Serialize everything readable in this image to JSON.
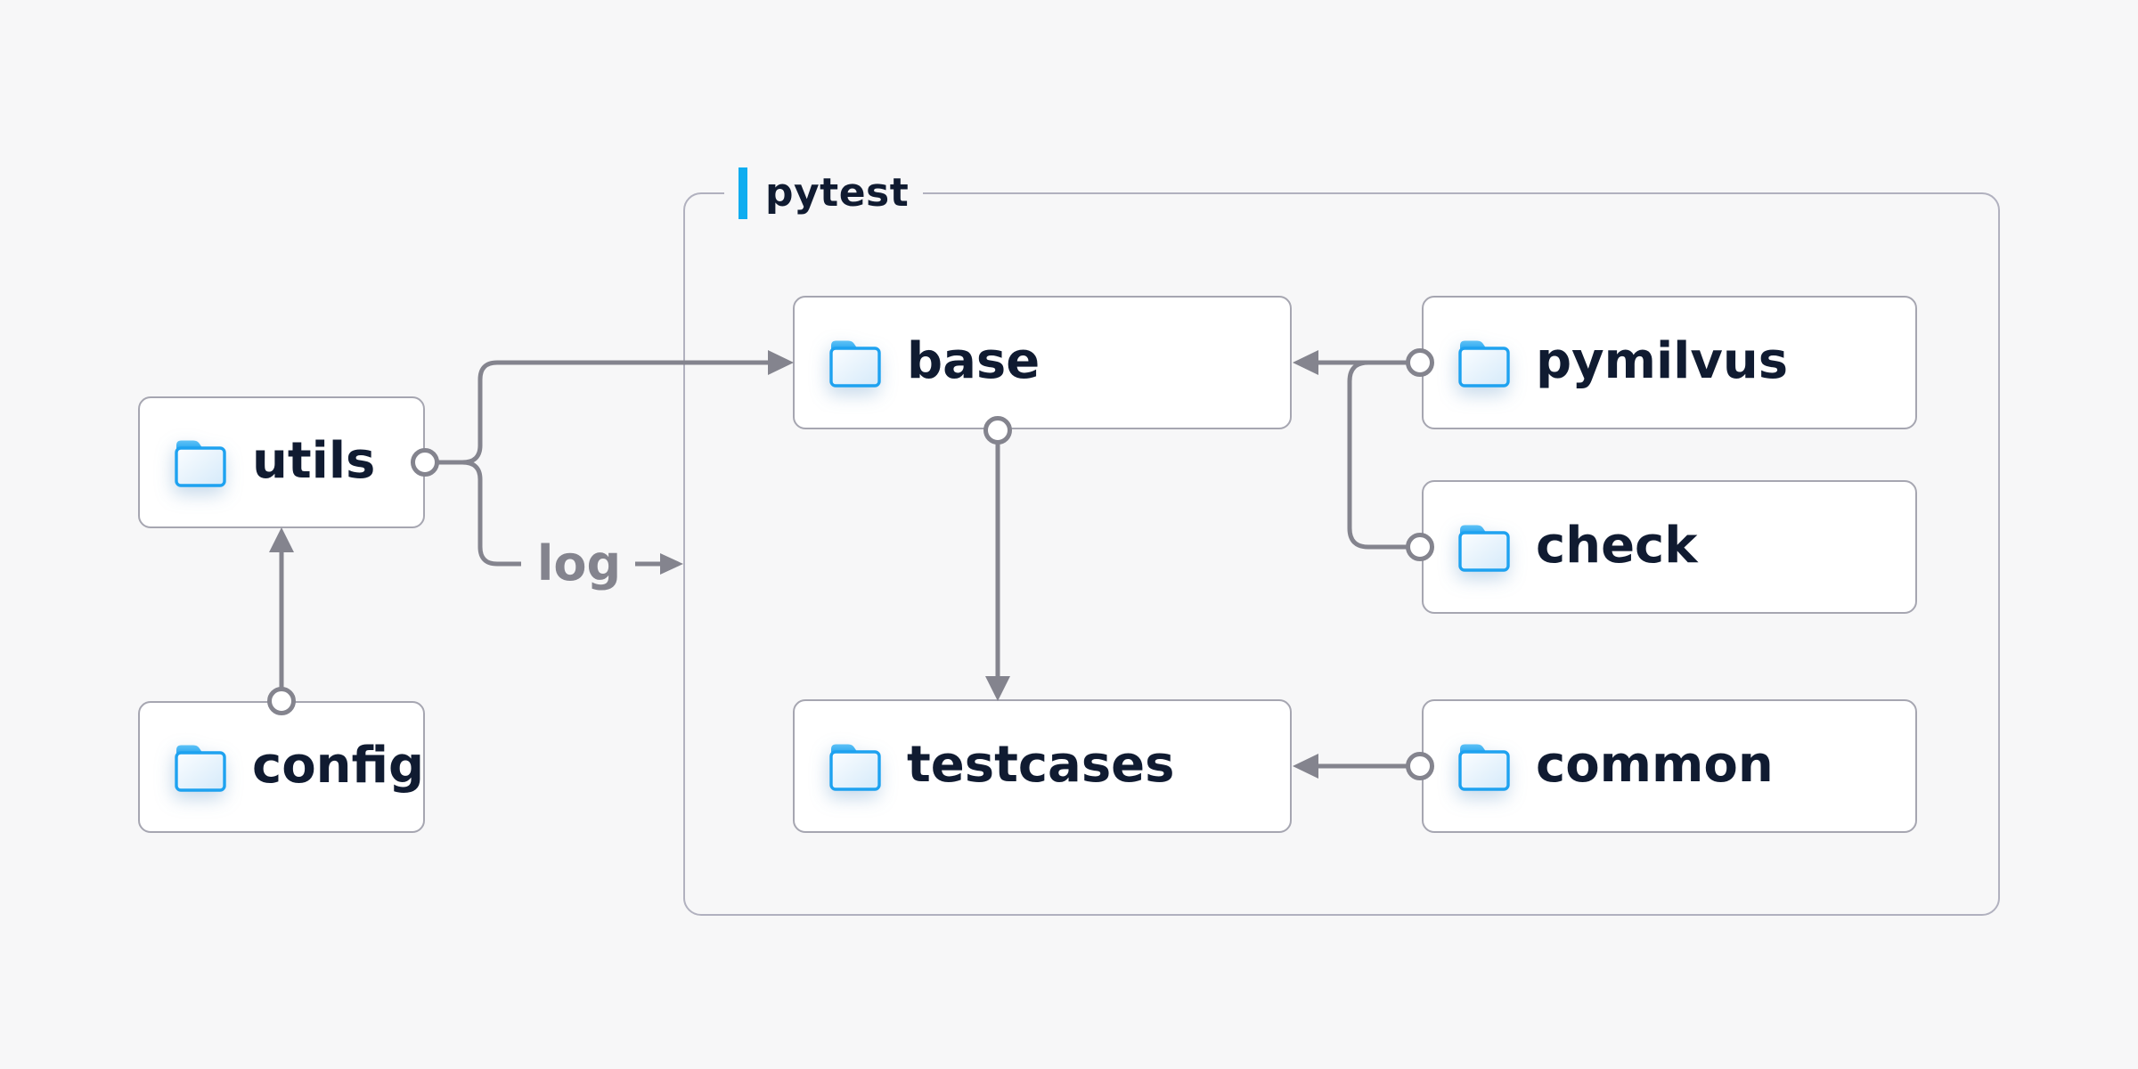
{
  "page": {
    "background": "#f7f7f8"
  },
  "diagram": {
    "container": {
      "label": "pytest",
      "accent_color": "#0fadf0"
    },
    "nodes": [
      {
        "id": "utils",
        "label": "utils",
        "icon": "folder-icon"
      },
      {
        "id": "config",
        "label": "config",
        "icon": "folder-icon"
      },
      {
        "id": "base",
        "label": "base",
        "icon": "folder-icon"
      },
      {
        "id": "pymilvus",
        "label": "pymilvus",
        "icon": "folder-icon"
      },
      {
        "id": "check",
        "label": "check",
        "icon": "folder-icon"
      },
      {
        "id": "testcases",
        "label": "testcases",
        "icon": "folder-icon"
      },
      {
        "id": "common",
        "label": "common",
        "icon": "folder-icon"
      }
    ],
    "edges": [
      {
        "from": "config",
        "to": "utils"
      },
      {
        "from": "utils",
        "to": "base"
      },
      {
        "from": "utils",
        "to": "pytest",
        "label": "log"
      },
      {
        "from": "base",
        "to": "testcases"
      },
      {
        "from": "pymilvus",
        "to": "base"
      },
      {
        "from": "check",
        "to": "base"
      },
      {
        "from": "common",
        "to": "testcases"
      }
    ],
    "colors": {
      "node_text": "#101b31",
      "edge": "#84848e",
      "node_border": "#a6a6b1",
      "container_border": "#b1b1bf",
      "folder_blue": "#1ea2f0",
      "accent_blue": "#0fadf0",
      "node_bg": "#ffffff"
    }
  }
}
